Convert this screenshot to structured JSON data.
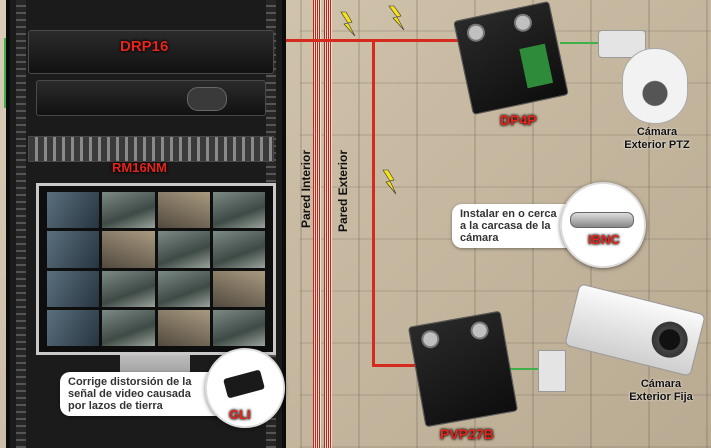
{
  "devices": {
    "drp16": "DRP16",
    "rm16nm": "RM16NM",
    "dp4p": "DP4P",
    "ibnc": "IBNC",
    "pvp27b": "PVP27B",
    "gli": "GLI"
  },
  "walls": {
    "interior": "Pared Interior",
    "exterior": "Pared Exterior"
  },
  "cameras": {
    "ptz": "Cámara\nExterior PTZ",
    "fixed": "Cámara\nExterior Fija"
  },
  "notes": {
    "ibnc_note": "Instalar en o cerca\na la carcasa de la\ncámara",
    "gli_note": "Corrige distorsión de la\nseñal de video causada\npor lazos de tierra"
  },
  "colors": {
    "wire_power": "#d42b1e",
    "wire_video": "#3fb04a",
    "label_red": "#e8241b"
  }
}
